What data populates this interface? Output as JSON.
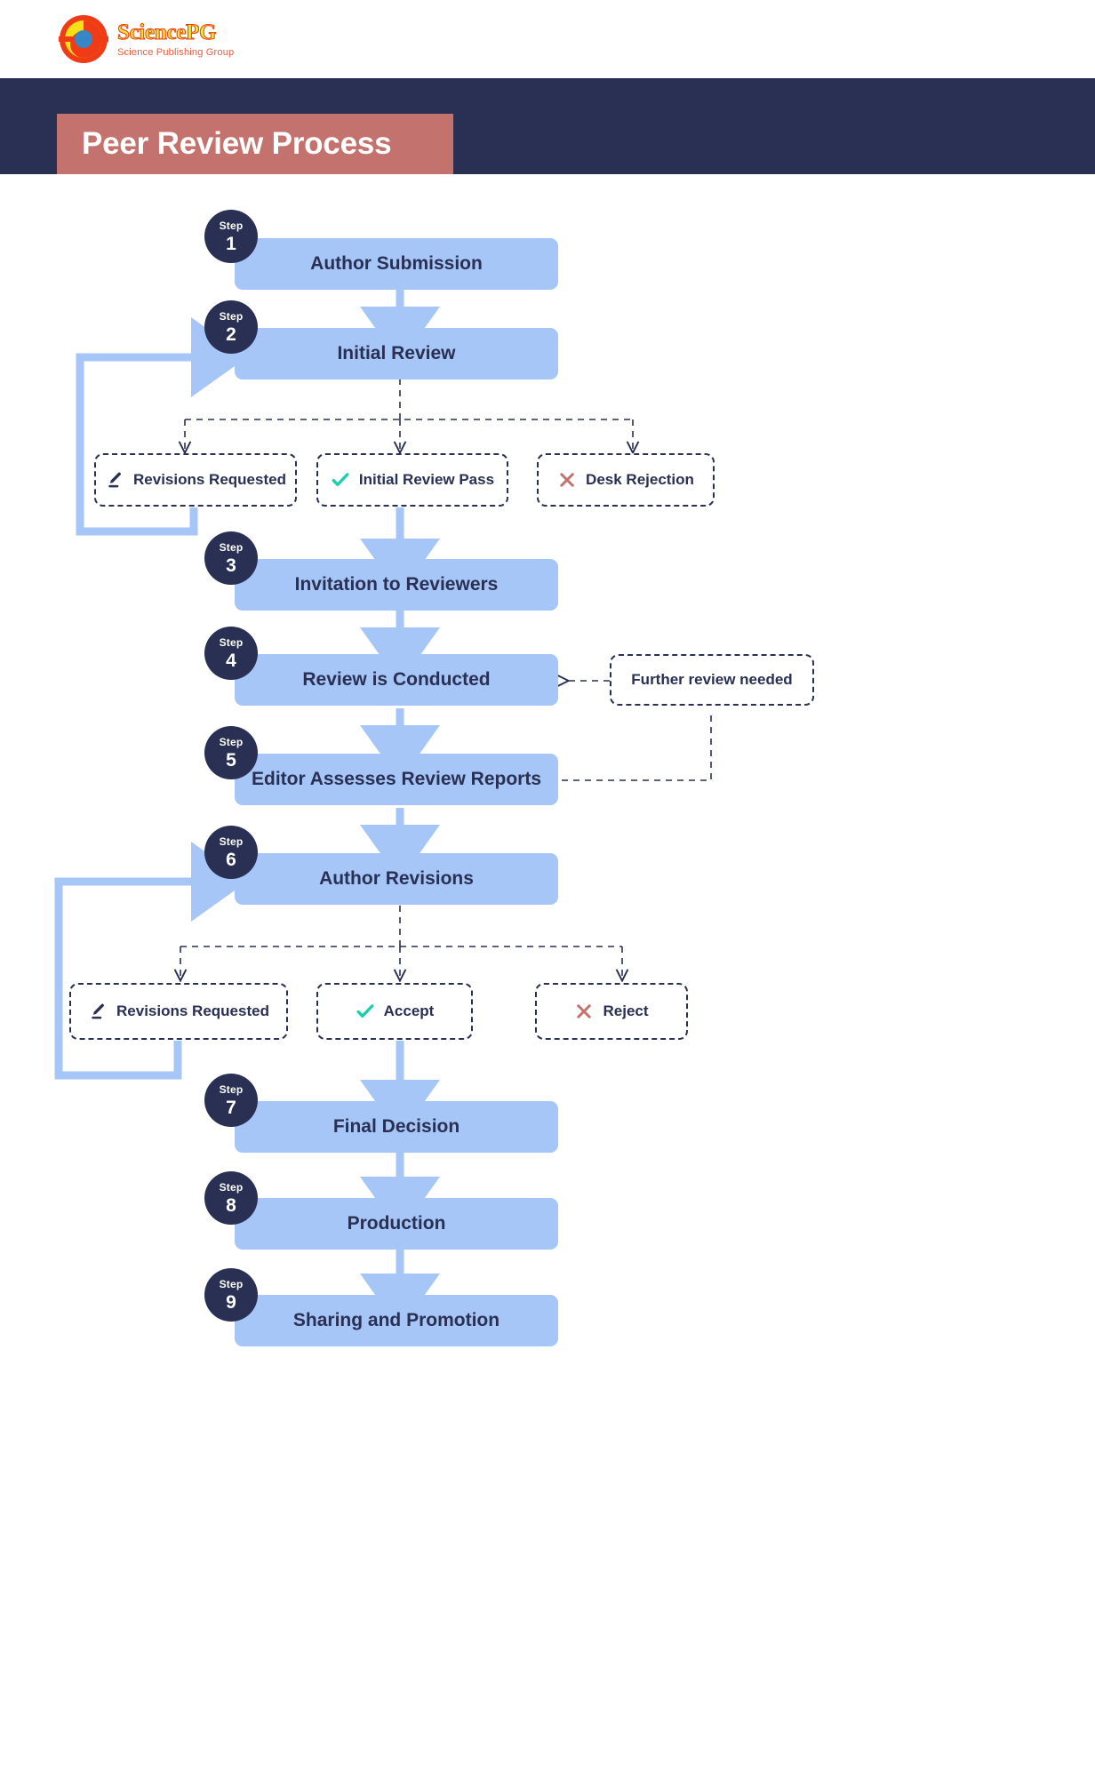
{
  "logo": {
    "name": "SciencePG",
    "tagline": "Science Publishing Group",
    "mark_icon": "concentric-target-icon"
  },
  "header": {
    "title": "Peer Review Process",
    "banner_color": "#2a3053",
    "title_box_color": "#c4726e"
  },
  "colors": {
    "step_fill": "#a5c6f7",
    "badge_fill": "#2a3053",
    "text_dark": "#2a3053",
    "accept_green": "#19cfae",
    "reject_red": "#c4726e",
    "arrow_blue": "#a5c6f7",
    "dashed_stroke": "#2a3053"
  },
  "flow": {
    "step_word": "Step",
    "steps": [
      {
        "num": "1",
        "label": "Author Submission"
      },
      {
        "num": "2",
        "label": "Initial Review"
      },
      {
        "num": "3",
        "label": "Invitation to Reviewers"
      },
      {
        "num": "4",
        "label": "Review is Conducted"
      },
      {
        "num": "5",
        "label": "Editor Assesses Review Reports"
      },
      {
        "num": "6",
        "label": "Author Revisions"
      },
      {
        "num": "7",
        "label": "Final Decision"
      },
      {
        "num": "8",
        "label": "Production"
      },
      {
        "num": "9",
        "label": "Sharing and Promotion"
      }
    ],
    "branch_group_1": [
      {
        "label": "Revisions Requested",
        "icon": "pencil-icon"
      },
      {
        "label": "Initial Review Pass",
        "icon": "check-icon"
      },
      {
        "label": "Desk Rejection",
        "icon": "cross-icon"
      }
    ],
    "branch_group_2": [
      {
        "label": "Revisions Requested",
        "icon": "pencil-icon"
      },
      {
        "label": "Accept",
        "icon": "check-icon"
      },
      {
        "label": "Reject",
        "icon": "cross-icon"
      }
    ],
    "note": {
      "label": "Further review needed"
    }
  }
}
